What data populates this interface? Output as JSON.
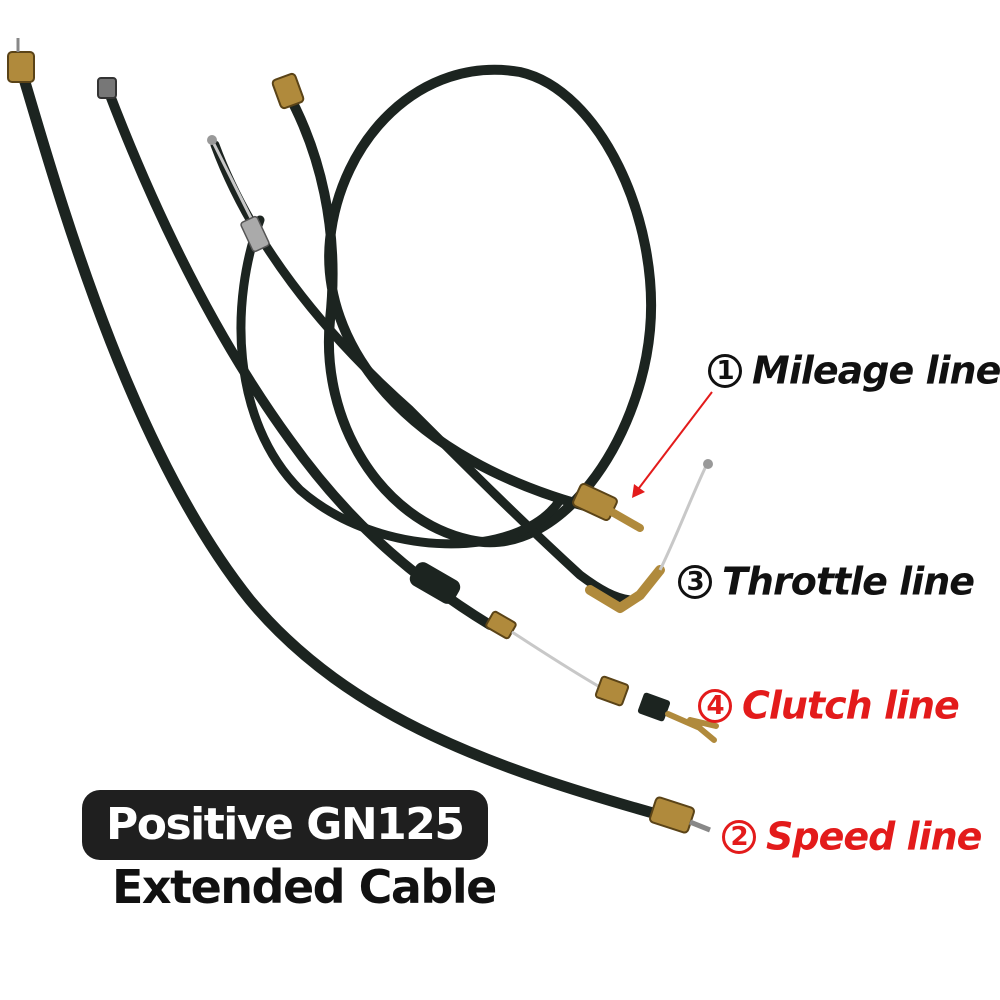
{
  "colors": {
    "cable": "#1c2420",
    "brass": "#b08a3c",
    "wire": "#b8b8b8",
    "red": "#e31b1b",
    "badge": "#1f1f1f"
  },
  "labels": {
    "mileage": {
      "num": "1",
      "text": "Mileage line"
    },
    "throttle": {
      "num": "3",
      "text": "Throttle line"
    },
    "clutch": {
      "num": "4",
      "text": "Clutch line"
    },
    "speed": {
      "num": "2",
      "text": "Speed line"
    }
  },
  "title": {
    "line1": "Positive GN125",
    "line2": "Extended Cable"
  }
}
